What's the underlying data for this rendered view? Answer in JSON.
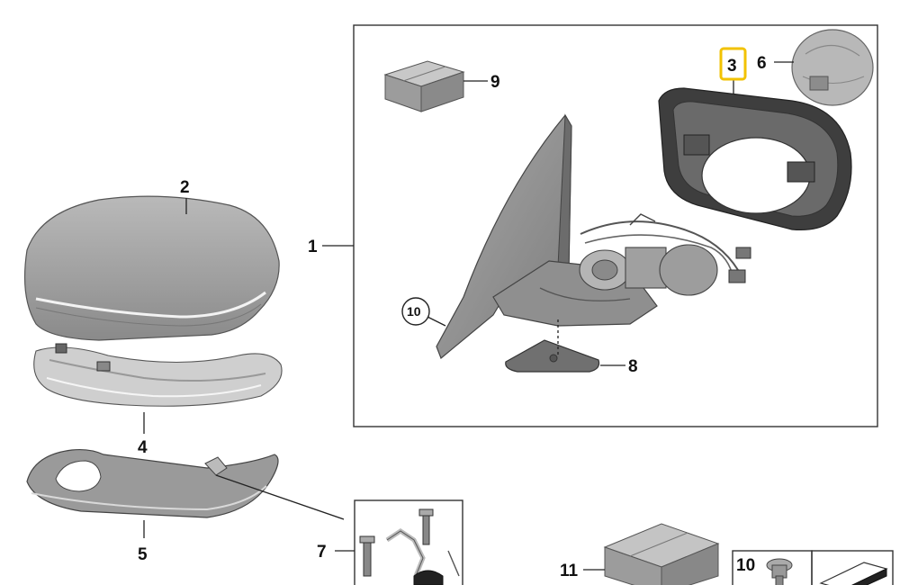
{
  "callouts": {
    "c1": "1",
    "c2": "2",
    "c3": "3",
    "c4": "4",
    "c5": "5",
    "c6": "6",
    "c7": "7",
    "c8": "8",
    "c9": "9",
    "c10_main": "10",
    "c10_box": "10",
    "c11": "11"
  },
  "colors": {
    "highlight": "#f2c200",
    "part_fill": "#a9a9a9",
    "part_dark": "#4a4a4a",
    "line": "#222222"
  }
}
